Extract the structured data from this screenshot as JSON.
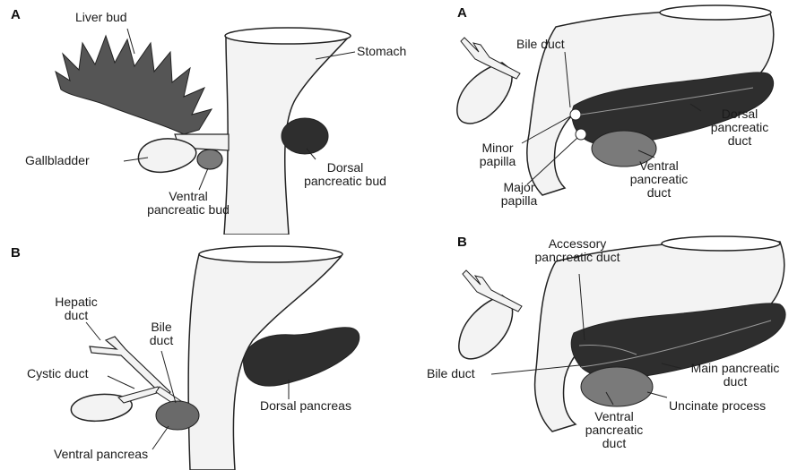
{
  "colors": {
    "organ_fill": "#f3f3f3",
    "dark_tissue": "#3d3d3d",
    "medium_tissue": "#7a7a7a",
    "outline": "#222222",
    "label_text": "#1a1a1a"
  },
  "panel_top_left": {
    "letter": "A",
    "labels": {
      "liver_bud": "Liver bud",
      "stomach": "Stomach",
      "gallbladder": "Gallbladder",
      "dorsal_pancreatic_bud_1": "Dorsal",
      "dorsal_pancreatic_bud_2": "pancreatic bud",
      "ventral_pancreatic_bud_1": "Ventral",
      "ventral_pancreatic_bud_2": "pancreatic bud"
    }
  },
  "panel_bottom_left": {
    "letter": "B",
    "labels": {
      "hepatic_duct_1": "Hepatic",
      "hepatic_duct_2": "duct",
      "bile_duct_1": "Bile",
      "bile_duct_2": "duct",
      "cystic_duct": "Cystic duct",
      "dorsal_pancreas": "Dorsal pancreas",
      "ventral_pancreas": "Ventral pancreas"
    }
  },
  "panel_top_right": {
    "letter": "A",
    "labels": {
      "bile_duct": "Bile duct",
      "dorsal_pancreatic_duct_1": "Dorsal",
      "dorsal_pancreatic_duct_2": "pancreatic",
      "dorsal_pancreatic_duct_3": "duct",
      "minor_papilla_1": "Minor",
      "minor_papilla_2": "papilla",
      "major_papilla_1": "Major",
      "major_papilla_2": "papilla",
      "ventral_pancreatic_duct_1": "Ventral",
      "ventral_pancreatic_duct_2": "pancreatic",
      "ventral_pancreatic_duct_3": "duct"
    }
  },
  "panel_bottom_right": {
    "letter": "B",
    "labels": {
      "accessory_pancreatic_duct_1": "Accessory",
      "accessory_pancreatic_duct_2": "pancreatic duct",
      "bile_duct": "Bile duct",
      "main_pancreatic_duct_1": "Main pancreatic",
      "main_pancreatic_duct_2": "duct",
      "uncinate_process": "Uncinate process",
      "ventral_pancreatic_duct_1": "Ventral",
      "ventral_pancreatic_duct_2": "pancreatic",
      "ventral_pancreatic_duct_3": "duct"
    }
  }
}
